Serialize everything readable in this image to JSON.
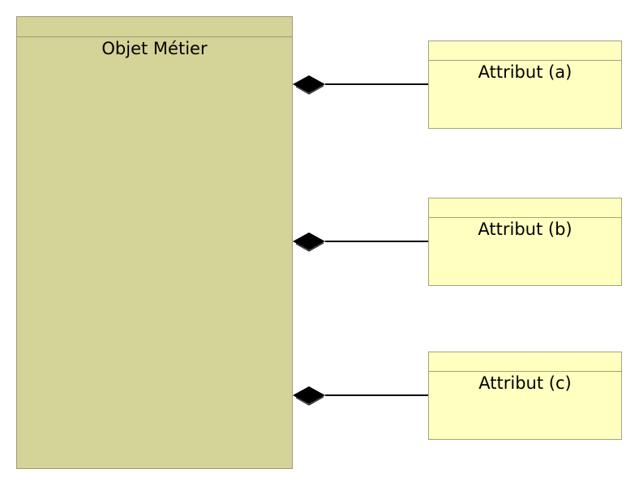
{
  "diagram": {
    "main_class": {
      "name": "Objet Métier"
    },
    "attribute_classes": [
      {
        "name": "Attribut (a)"
      },
      {
        "name": "Attribut (b)"
      },
      {
        "name": "Attribut (c)"
      }
    ],
    "relationship": "composition",
    "colors": {
      "main_fill": "#d4d398",
      "attribute_fill": "#ffffc0",
      "border": "#9c9c72",
      "line": "#000000"
    }
  }
}
